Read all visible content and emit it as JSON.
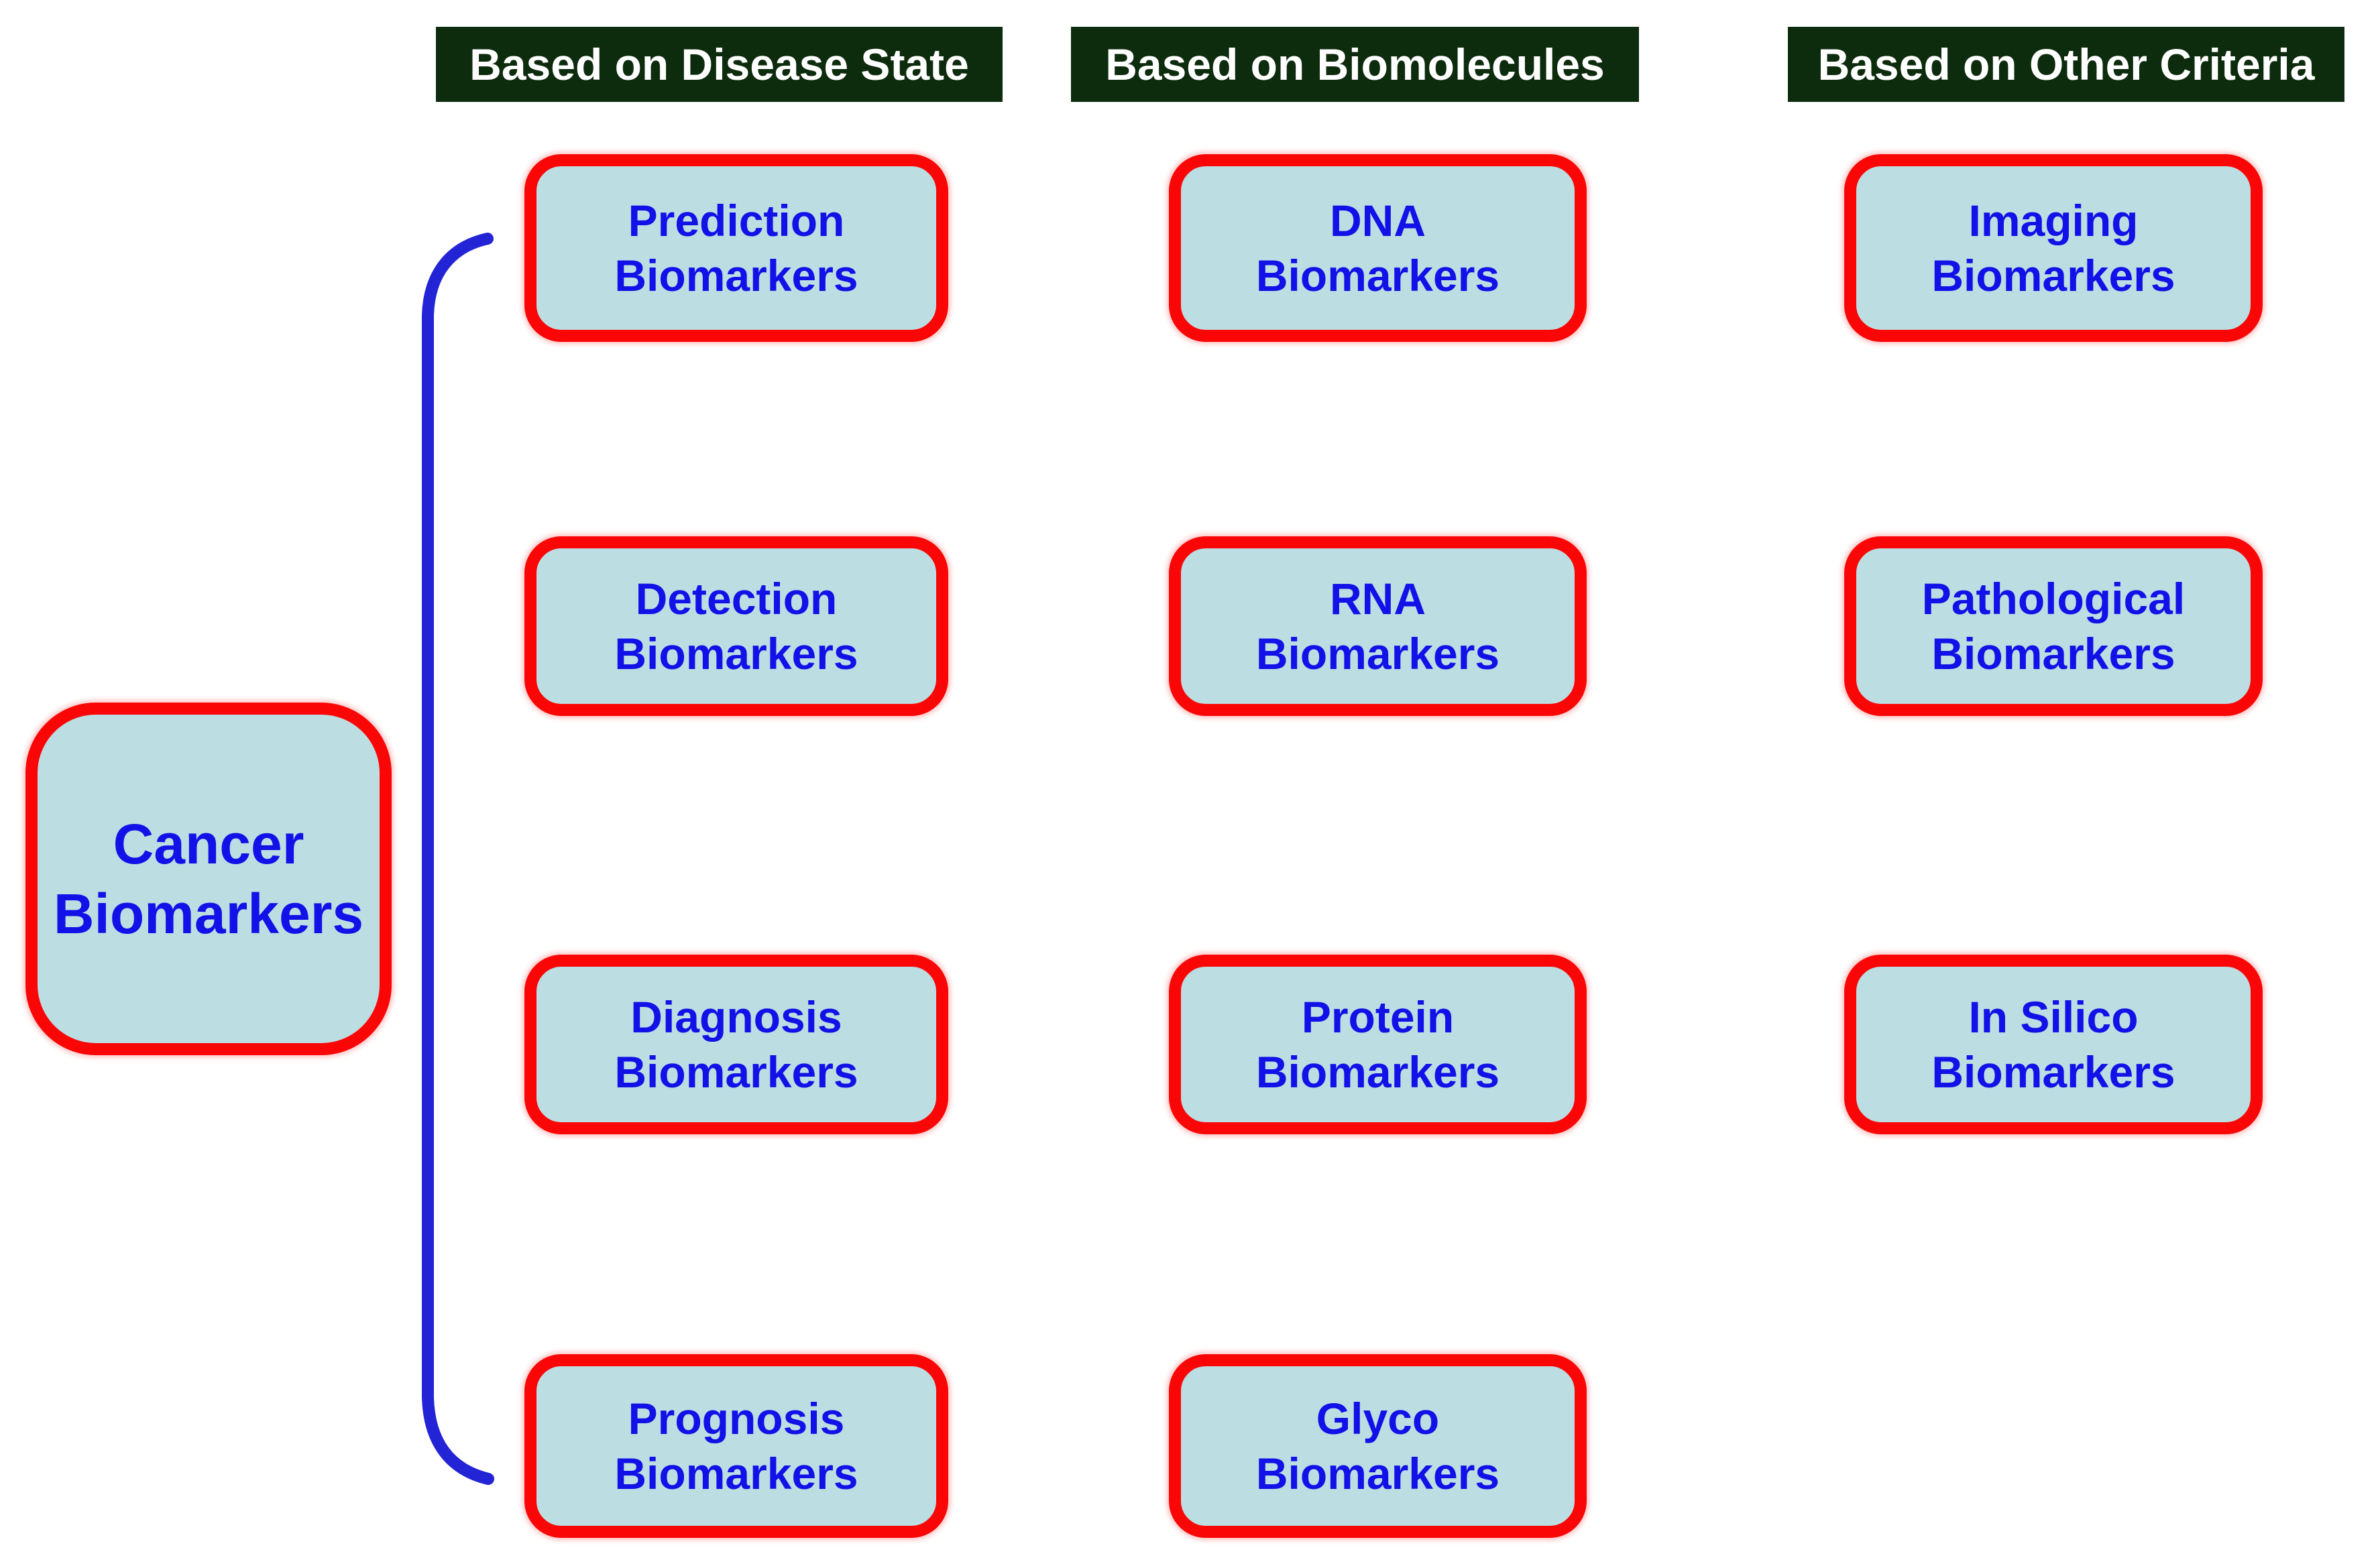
{
  "diagram": {
    "root_node": {
      "line1": "Cancer",
      "line2": "Biomarkers"
    },
    "columns": [
      {
        "header": "Based on Disease State",
        "nodes": [
          {
            "line1": "Prediction",
            "line2": "Biomarkers"
          },
          {
            "line1": "Detection",
            "line2": "Biomarkers"
          },
          {
            "line1": "Diagnosis",
            "line2": "Biomarkers"
          },
          {
            "line1": "Prognosis",
            "line2": "Biomarkers"
          }
        ]
      },
      {
        "header": "Based on Biomolecules",
        "nodes": [
          {
            "line1": "DNA",
            "line2": "Biomarkers"
          },
          {
            "line1": "RNA",
            "line2": "Biomarkers"
          },
          {
            "line1": "Protein",
            "line2": "Biomarkers"
          },
          {
            "line1": "Glyco",
            "line2": "Biomarkers"
          }
        ]
      },
      {
        "header": "Based on Other Criteria",
        "nodes": [
          {
            "line1": "Imaging",
            "line2": "Biomarkers"
          },
          {
            "line1": "Pathological",
            "line2": "Biomarkers"
          },
          {
            "line1": "In Silico",
            "line2": "Biomarkers"
          }
        ]
      }
    ],
    "colors": {
      "background": "#ffffff",
      "node_fill": "#bcdde2",
      "node_border": "#fa0606",
      "node_text": "#1111e8",
      "header_bg": "#0d2b0d",
      "header_text": "#ffffff",
      "connector": "#2324d6"
    }
  }
}
